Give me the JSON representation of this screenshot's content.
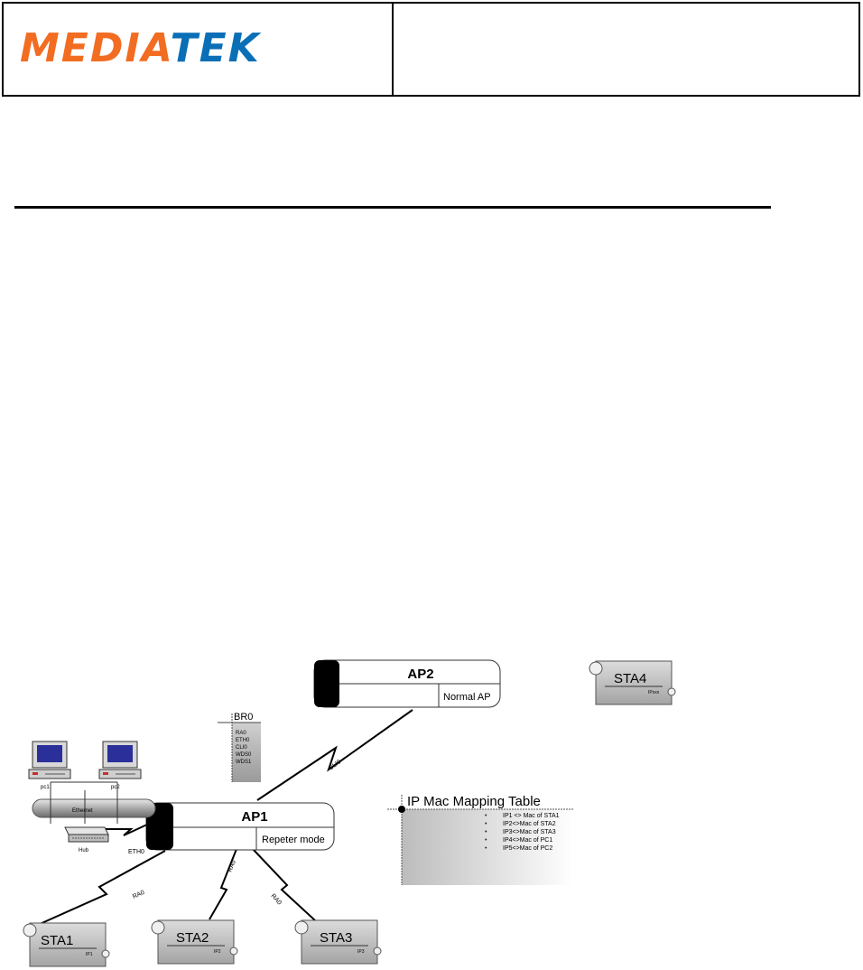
{
  "header": {
    "logo_orange": "MEDIA",
    "logo_blue": "TEK",
    "brand_orange": "#f26c21",
    "brand_blue": "#0a6fb6"
  },
  "diagram": {
    "ap2": {
      "title": "AP2",
      "mode": "Normal AP"
    },
    "ap1": {
      "title": "AP1",
      "mode": "Repeter mode"
    },
    "bridge": {
      "title": "BR0",
      "interfaces": [
        "RA0",
        "ETH0",
        "CLI0",
        "WDS0",
        "WDS1"
      ]
    },
    "hub": {
      "label": "Hub",
      "bus": "Ethernet",
      "pc1": "pc1",
      "pc2": "pc2"
    },
    "links": {
      "eth": "ETH0",
      "cli": "CLI0",
      "ra_sta1": "RA0",
      "ra_sta2": "RA0",
      "ra_sta3": "RA0"
    },
    "stations": [
      {
        "name": "STA1",
        "sub": "IP1"
      },
      {
        "name": "STA2",
        "sub": "IP2"
      },
      {
        "name": "STA3",
        "sub": "IP3"
      },
      {
        "name": "STA4",
        "sub": "IPxxx"
      }
    ],
    "mapping": {
      "title": "IP Mac Mapping Table",
      "rows": [
        "IP1 <> Mac of STA1",
        "IP2<>Mac of STA2",
        "IP3<>Mac of STA3",
        "IP4<>Mac of PC1",
        "IP5<>Mac of PC2"
      ]
    }
  }
}
